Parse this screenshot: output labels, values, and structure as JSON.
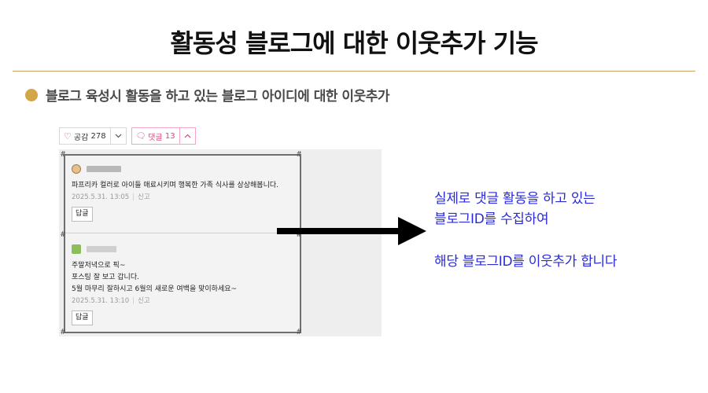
{
  "slide": {
    "title": "활동성 블로그에 대한 이웃추가 기능",
    "bullet": "블로그 육성시 활동을 하고 있는 블로그 아이디에 대한 이웃추가"
  },
  "action_bar": {
    "like_label": "공감",
    "like_count": "278",
    "comment_label": "댓글",
    "comment_count": "13"
  },
  "comments": [
    {
      "lines": [
        "파프리카 컬러로 아이들 매료시키며 행복한 가족 식사를 상상해봅니다."
      ],
      "date": "2025.5.31. 13:05",
      "report": "신고",
      "reply": "답글"
    },
    {
      "lines": [
        "주말저녁으로 픽~",
        "포스팅 잘 보고 갑니다.",
        "5월 마무리 잘하시고 6월의 새로운 여백을 맞이하세요~"
      ],
      "date": "2025.5.31. 13:10",
      "report": "신고",
      "reply": "답글"
    }
  ],
  "annotation": {
    "line1": "실제로 댓글 활동을 하고 있는",
    "line2": "블로그ID를 수집하여",
    "line3": "해당 블로그ID를 이웃추가 합니다"
  },
  "colors": {
    "title_rule": "#c9a35f",
    "bullet_dot": "#d4a64a",
    "annotation_text": "#2a2ad8",
    "accent_pink": "#e0407f"
  }
}
